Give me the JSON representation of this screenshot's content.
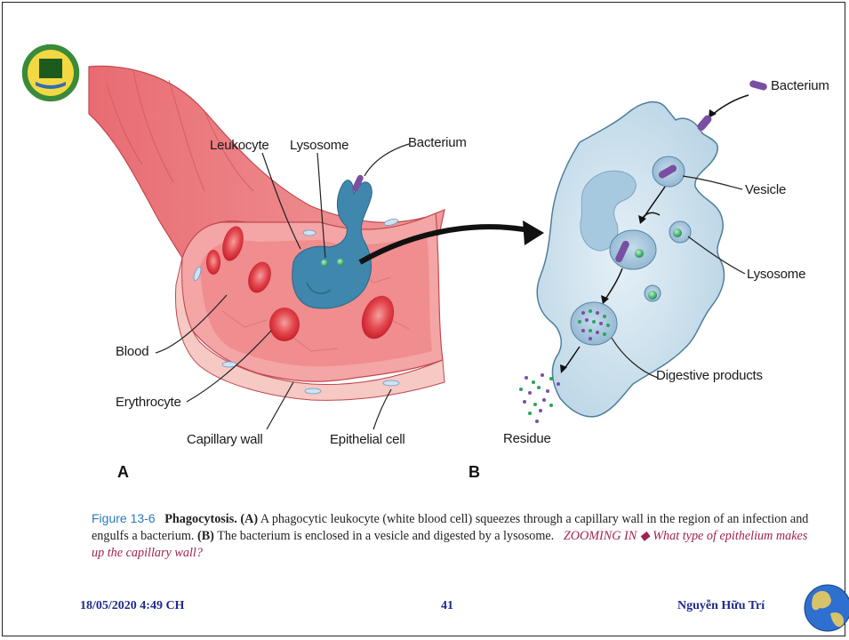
{
  "diagram": {
    "labels": {
      "leukocyte": "Leukocyte",
      "lysosome_a": "Lysosome",
      "bacterium_a": "Bacterium",
      "blood": "Blood",
      "erythrocyte": "Erythrocyte",
      "capillary_wall": "Capillary wall",
      "epithelial_cell": "Epithelial cell",
      "bacterium_b": "Bacterium",
      "vesicle": "Vesicle",
      "lysosome_b": "Lysosome",
      "digestive_products": "Digestive products",
      "residue": "Residue"
    },
    "panel_a": "A",
    "panel_b": "B"
  },
  "caption": {
    "figure": "Figure 13-6",
    "title": "Phagocytosis.",
    "text_a_marker": "(A)",
    "text_a": " A phagocytic leukocyte (white blood cell) squeezes through a capillary wall in the region of an infection and engulfs a bacterium. ",
    "text_b_marker": "(B)",
    "text_b": " The bacterium is enclosed in a vesicle and digested by a lysosome.",
    "zooming": "ZOOMING IN ◆ What type of epithelium makes up the capillary wall?"
  },
  "footer": {
    "date": "18/05/2020 4:49 CH",
    "page": "41",
    "author": "Nguyễn Hữu Trí"
  },
  "colors": {
    "footer_text": "#1f2a8a",
    "figure_label": "#2d78b9",
    "zooming_text": "#a0244e",
    "capillary": "#e8777a",
    "leukocyte": "#3f87ad",
    "cell_b": "#cfe3ee"
  }
}
